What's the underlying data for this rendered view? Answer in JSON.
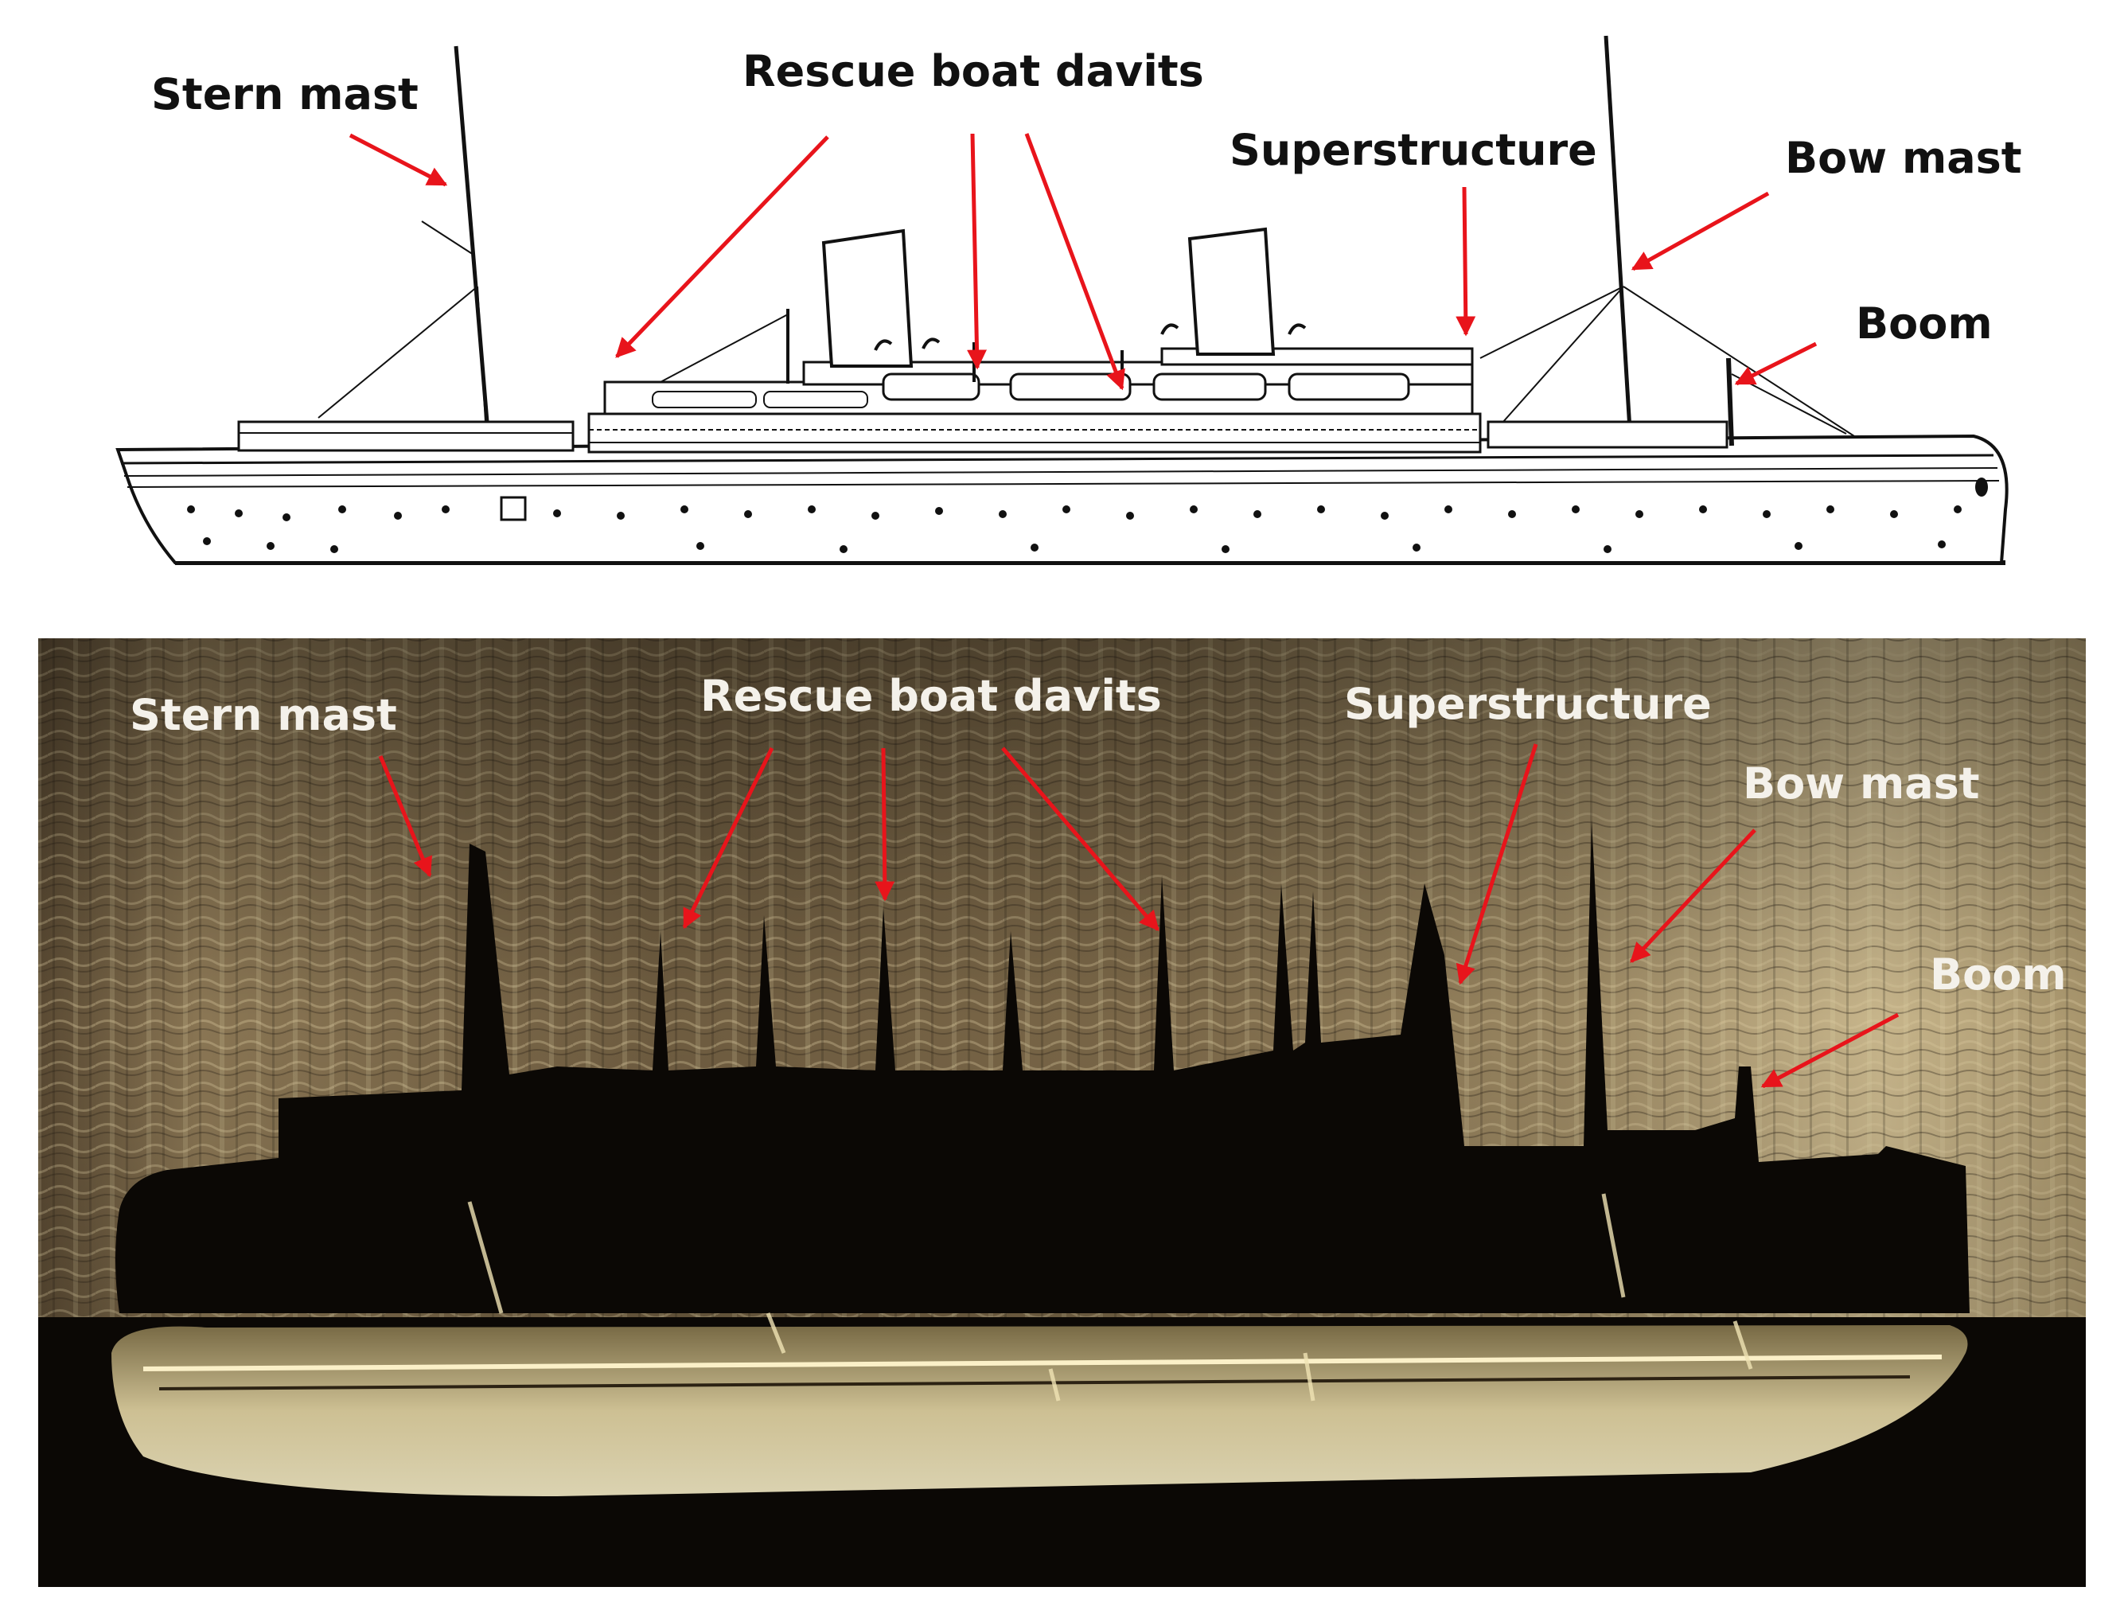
{
  "colors": {
    "arrow": "#e8141b",
    "drawing_line": "#111111",
    "sonar_dark": "#0b0805",
    "sonar_light": "#e9d9a6"
  },
  "top_panel": {
    "labels": {
      "stern_mast": "Stern mast",
      "rescue_boat_davits": "Rescue boat davits",
      "superstructure": "Superstructure",
      "bow_mast": "Bow mast",
      "boom": "Boom"
    }
  },
  "bottom_panel": {
    "labels": {
      "stern_mast": "Stern mast",
      "rescue_boat_davits": "Rescue boat davits",
      "superstructure": "Superstructure",
      "bow_mast": "Bow mast",
      "boom": "Boom"
    }
  }
}
